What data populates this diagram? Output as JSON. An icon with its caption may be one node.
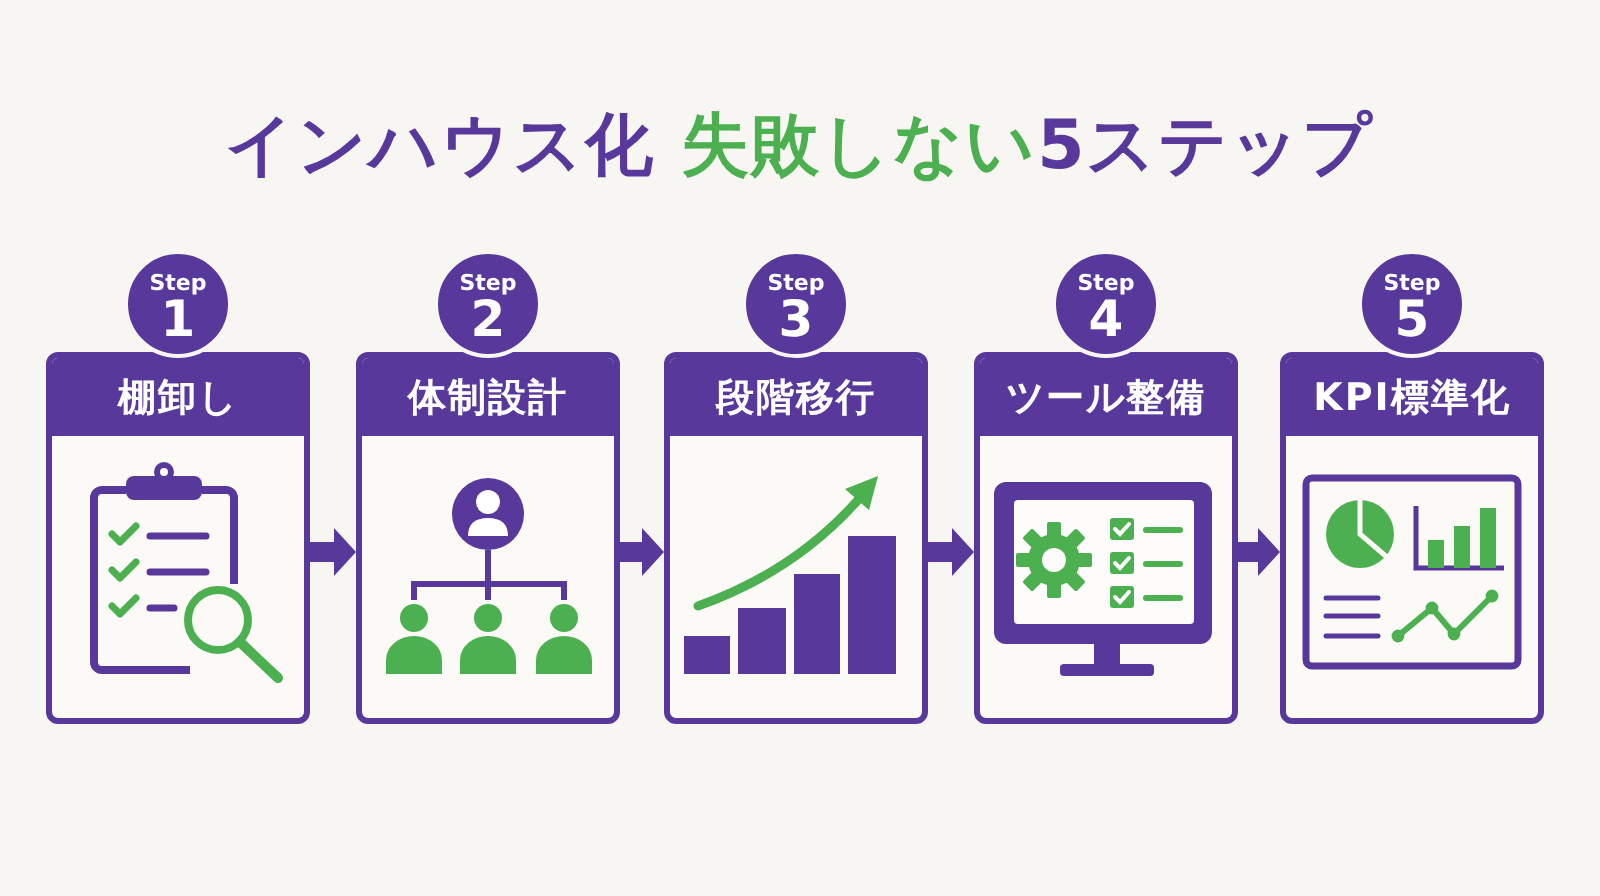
{
  "diagram": {
    "title": "インハウス化 **失敗しない**5ステップ",
    "nodes": [
      {
        "text": [
          "Step",
          "1"
        ]
      },
      {
        "text": [
          "棚卸し"
        ]
      },
      {
        "text": [
          "Step",
          "2"
        ]
      },
      {
        "text": [
          "体制設計"
        ]
      },
      {
        "text": [
          "Step",
          "3"
        ]
      },
      {
        "text": [
          "段階移行"
        ]
      },
      {
        "text": [
          "Step",
          "4"
        ]
      },
      {
        "text": [
          "ツール整備"
        ]
      },
      {
        "text": [
          "Step",
          "5"
        ]
      },
      {
        "text": [
          "KPI標準化"
        ]
      }
    ],
    "edges": [
      {
        "from": 1,
        "to": 3,
        "arrow": "to"
      },
      {
        "from": 3,
        "to": 5,
        "arrow": "to"
      },
      {
        "from": 5,
        "to": 7,
        "arrow": "to"
      },
      {
        "from": 7,
        "to": 9,
        "arrow": "to"
      }
    ]
  }
}
